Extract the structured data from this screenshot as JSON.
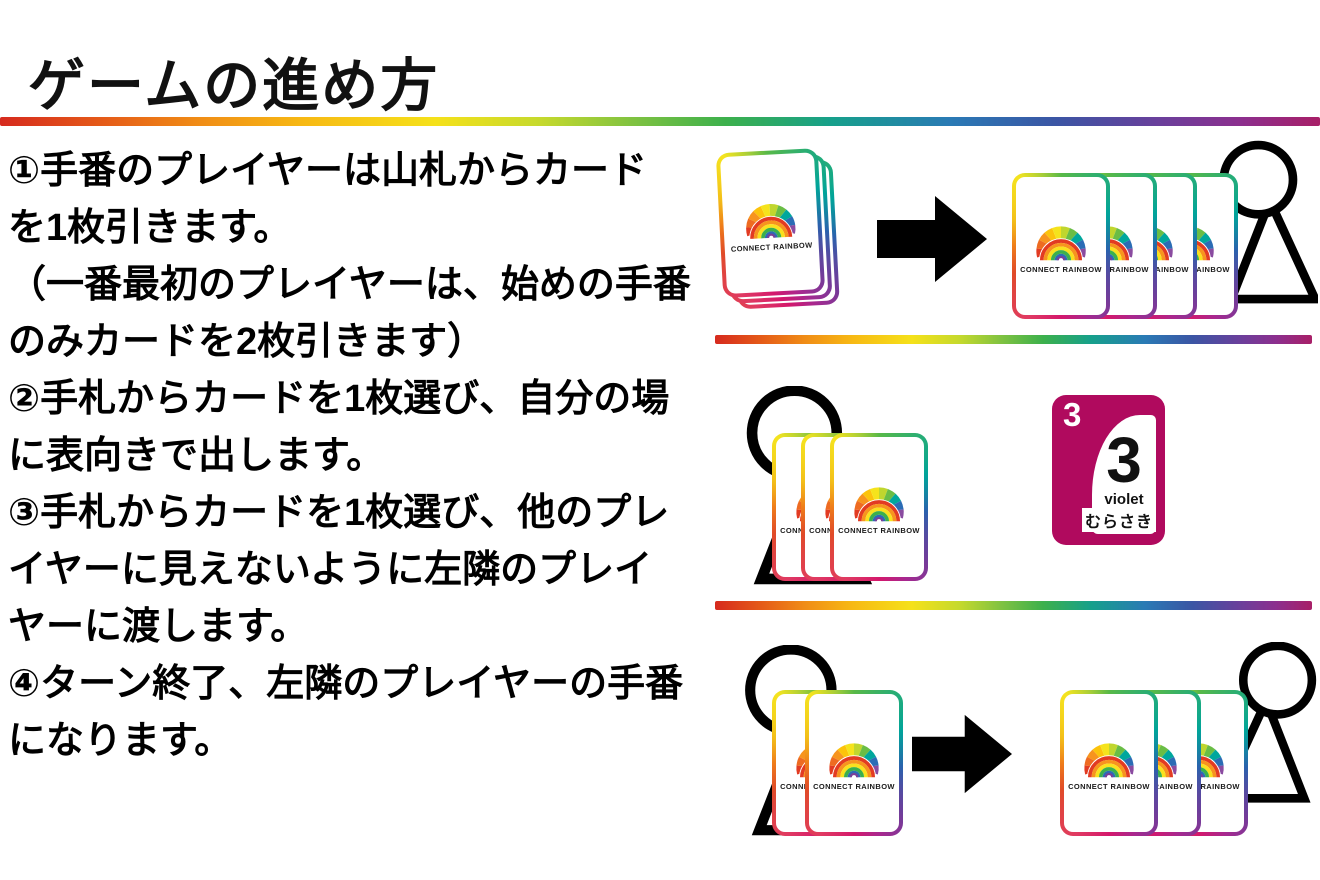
{
  "page": {
    "title": "ゲームの進め方"
  },
  "instructions": {
    "lines": [
      "①手番のプレイヤーは山札からカード",
      "を1枚引きます。",
      "（一番最初のプレイヤーは、始めの手番",
      "のみカードを2枚引きます）",
      "②手札からカードを1枚選び、自分の場",
      "に表向きで出します。",
      "③手札からカードを1枚選び、他のプレ",
      "イヤーに見えないように左隣のプレイ",
      "ヤーに渡します。",
      "④ターン終了、左隣のプレイヤーの手番",
      "になります。"
    ]
  },
  "card": {
    "brand": "CONNECT RAINBOW"
  },
  "violet_card": {
    "corner_value": "3",
    "big_value": "3",
    "color_en": "violet",
    "color_ja": "むらさき",
    "bg_color": "#b00a5e"
  },
  "colors": {
    "rainbow_divider": [
      "#d62a1e",
      "#e55c18",
      "#f7b914",
      "#f5e11a",
      "#3cb04c",
      "#16a08b",
      "#2a7ab5",
      "#6b3f9b",
      "#a81f67"
    ],
    "text": "#000000"
  }
}
